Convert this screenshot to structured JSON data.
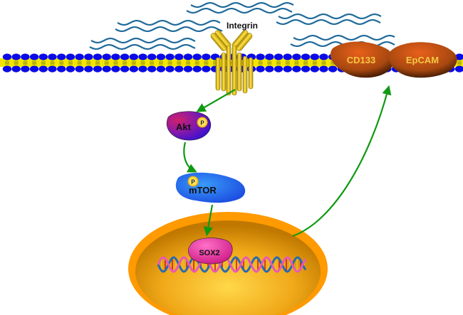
{
  "diagram": {
    "title": "Integrin / Akt / mTOR / SOX2 signaling pathway regulating CD133 and EpCAM",
    "labels": {
      "integrin": "Integrin",
      "akt": "Akt",
      "mtor": "mTOR",
      "sox2": "SOX2",
      "cd133": "CD133",
      "epcam": "EpCAM",
      "phospho": "P"
    },
    "nodes": [
      {
        "id": "integrin",
        "label": "Integrin",
        "type": "membrane-receptor"
      },
      {
        "id": "akt",
        "label": "Akt",
        "type": "kinase",
        "phosphorylated": true
      },
      {
        "id": "mtor",
        "label": "mTOR",
        "type": "kinase",
        "phosphorylated": true
      },
      {
        "id": "sox2",
        "label": "SOX2",
        "type": "transcription-factor",
        "location": "nucleus"
      },
      {
        "id": "cd133",
        "label": "CD133",
        "type": "membrane-marker"
      },
      {
        "id": "epcam",
        "label": "EpCAM",
        "type": "membrane-marker"
      }
    ],
    "edges": [
      {
        "from": "integrin",
        "to": "akt",
        "type": "activation"
      },
      {
        "from": "akt",
        "to": "mtor",
        "type": "activation"
      },
      {
        "from": "mtor",
        "to": "sox2",
        "type": "activation"
      },
      {
        "from": "nucleus",
        "to": "cd133-epcam",
        "type": "expression"
      }
    ],
    "colors": {
      "arrow": "#119911",
      "membrane_head": "#0a0ae6",
      "membrane_tail": "#f2e600",
      "fiber": "#1f6a9a",
      "integrin": "#e0b81a",
      "marker": "#a84810",
      "marker_text": "#f5c842",
      "akt": "#8a1aa8",
      "mtor": "#2a6af0",
      "sox2": "#e0309a",
      "nucleus": "#f0a818",
      "nucleus_rim": "#ff9a00"
    }
  }
}
